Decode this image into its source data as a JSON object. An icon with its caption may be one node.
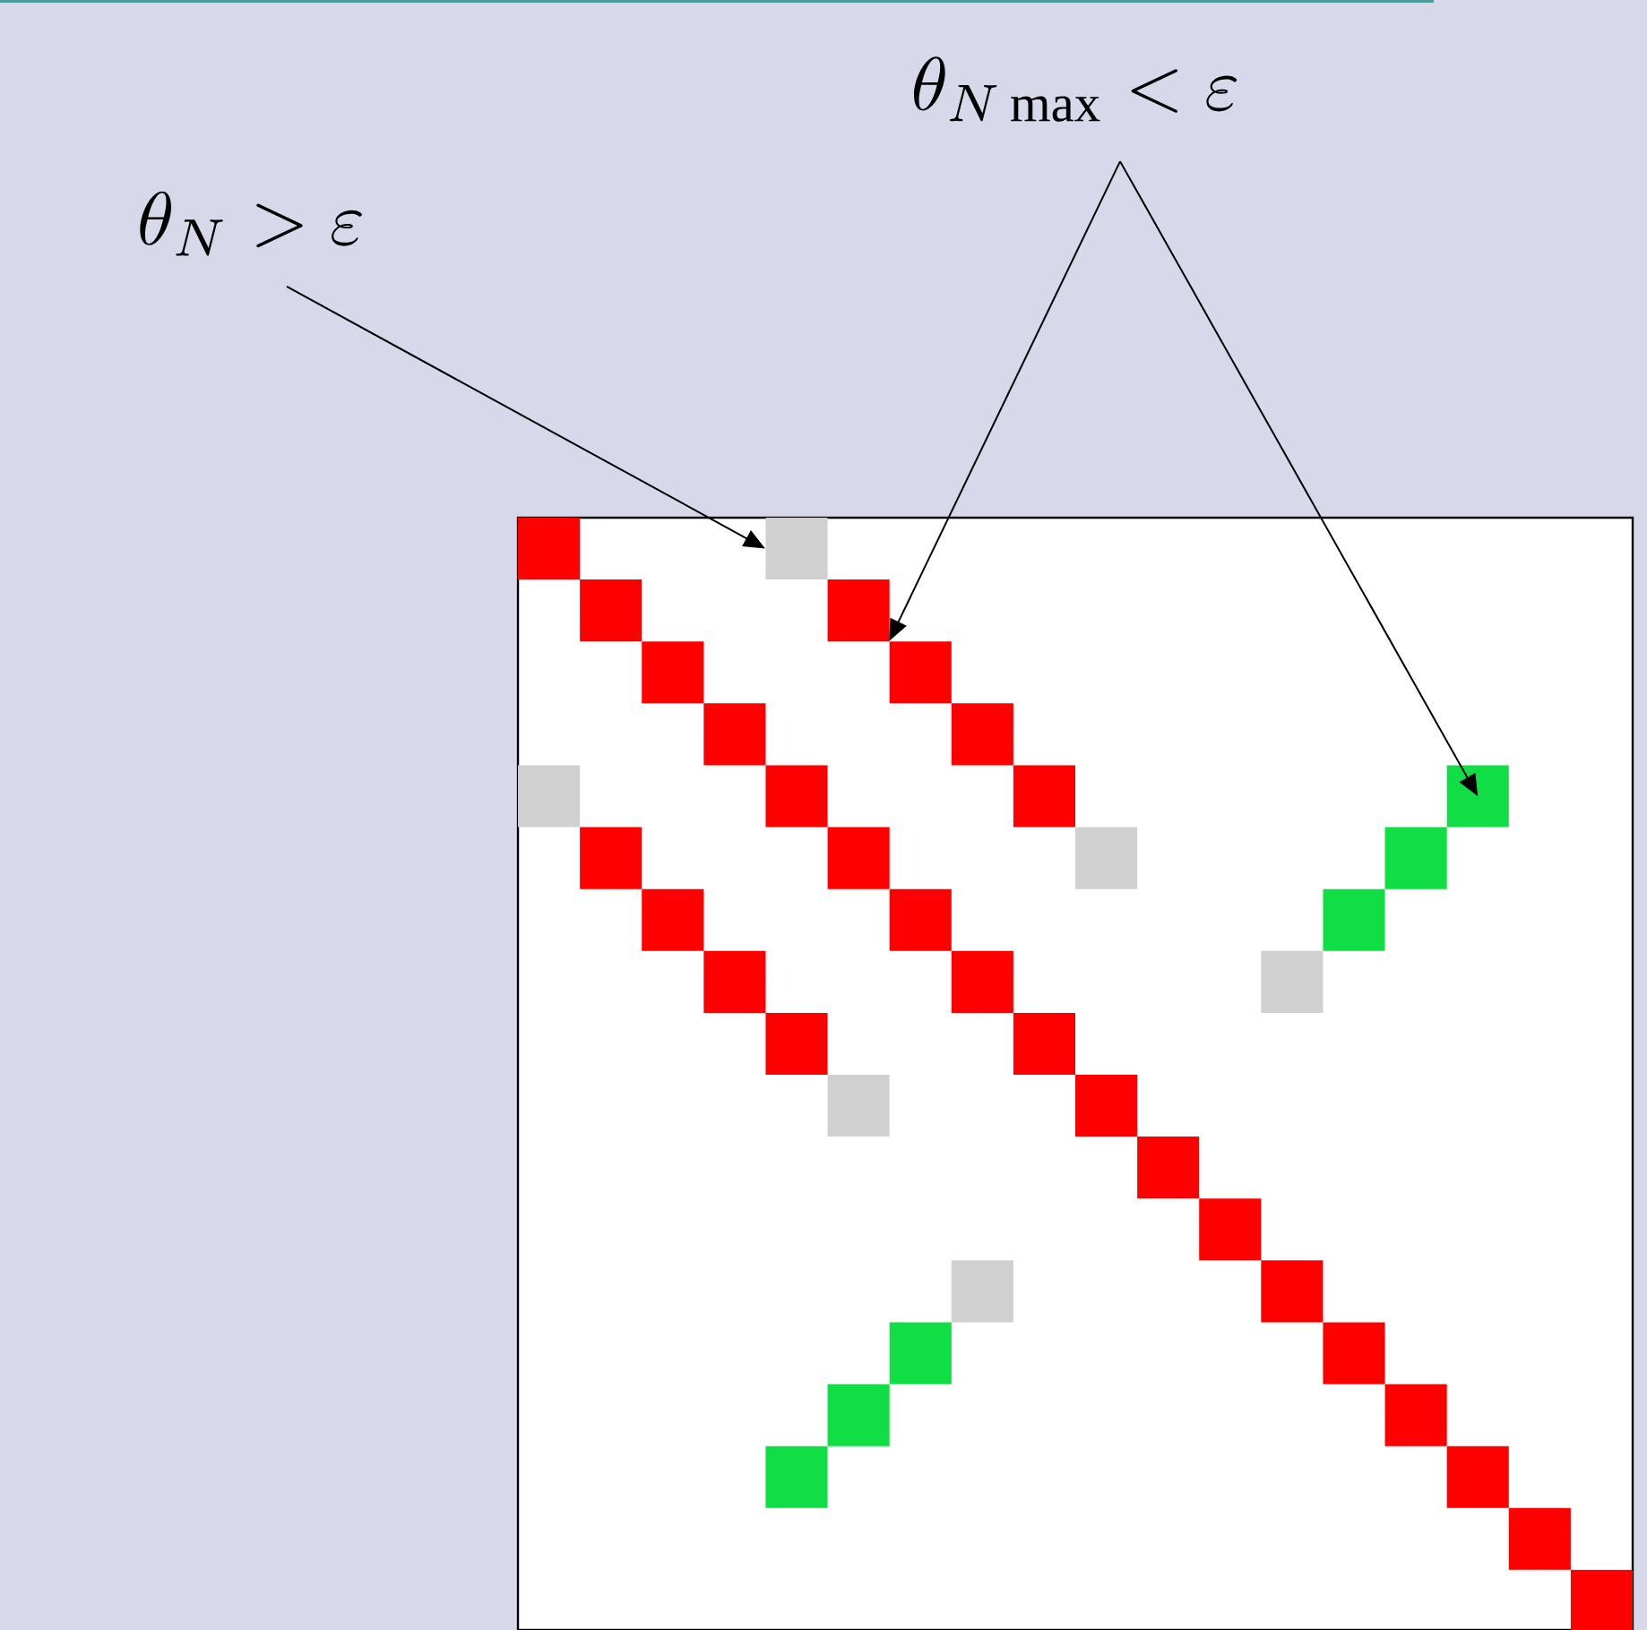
{
  "diagram": {
    "nodes": [
      {
        "text": [
          "\\theta_{N} > \\varepsilon"
        ]
      },
      {
        "text": [
          "\\theta_{N\\max} < \\varepsilon"
        ]
      },
      {
        "text": [],
        "shape": "box"
      },
      {
        "text": [],
        "shape": "box"
      },
      {
        "text": [],
        "shape": "box"
      }
    ],
    "edges": [
      {
        "from": 0,
        "to": 2,
        "arrow": "to"
      },
      {
        "from": 1,
        "to": 3,
        "arrow": "to"
      },
      {
        "from": 1,
        "to": 4,
        "arrow": "to"
      }
    ]
  }
}
